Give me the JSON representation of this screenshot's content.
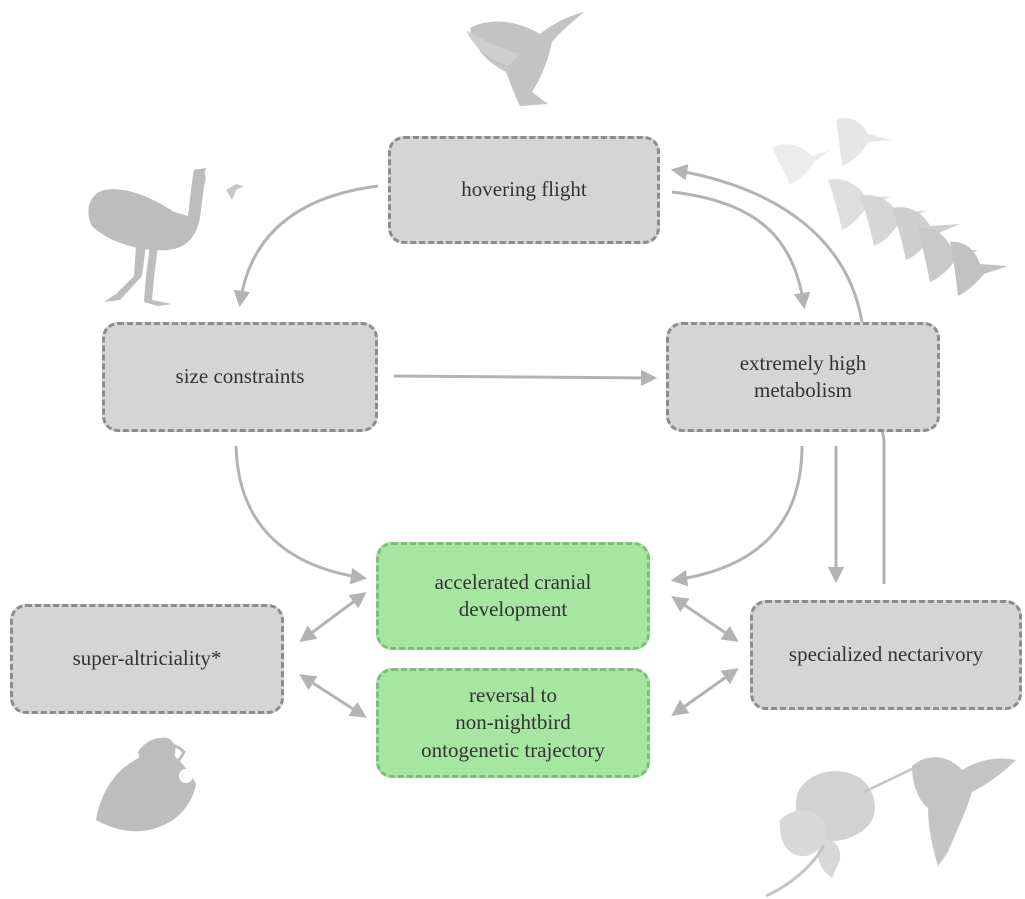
{
  "nodes": {
    "hovering_flight": "hovering flight",
    "size_constraints": "size constraints",
    "extremely_high_metabolism": "extremely high\nmetabolism",
    "accelerated_cranial_development": "accelerated cranial\ndevelopment",
    "reversal": "reversal to\nnon-nightbird\nontogenetic trajectory",
    "super_altriciality": "super-altriciality*",
    "specialized_nectarivory": "specialized nectarivory"
  },
  "icons": {
    "top": "hummingbird-hovering-icon",
    "top_left": "ostrich-and-hummingbird-icon",
    "top_right": "hummingbird-flock-icon",
    "bottom_left": "nestling-icon",
    "bottom_right": "hummingbird-flower-icon"
  },
  "colors": {
    "box_grey": "#d5d5d5",
    "box_green": "#a6e6a0",
    "arrow": "#b3b3b3",
    "silhouette": "#bdbdbd"
  }
}
